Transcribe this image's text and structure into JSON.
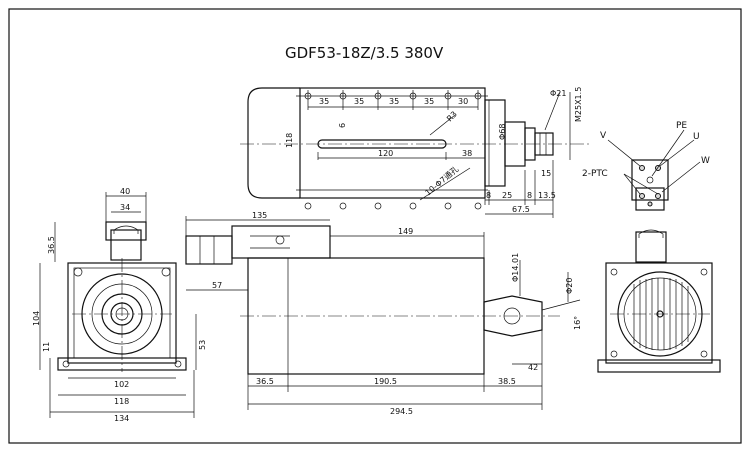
{
  "title": "GDF53-18Z/3.5 380V",
  "top_view": {
    "spacing": [
      "35",
      "35",
      "35",
      "35",
      "30"
    ],
    "left_height": "118",
    "slot_len": "120",
    "slot_to_end": "38",
    "slot_w": "6",
    "hole_r": "R3",
    "holes": "10-Φ7通孔",
    "body_dia": "Φ68",
    "nose_dia": "Φ21",
    "thread": "M25X1.5",
    "nose_len": "15",
    "end_8": "8",
    "end_25": "25",
    "end_8b": "8",
    "end_135": "13.5",
    "total": "67.5"
  },
  "connector": {
    "labels": [
      "V",
      "PE",
      "U",
      "W",
      "2-PTC"
    ]
  },
  "front_view": {
    "top_w": "40",
    "inner_w": "34",
    "plug_h": "36.5",
    "height": "104",
    "base_h": "11",
    "center_h": "53",
    "w102": "102",
    "w118": "118",
    "w134": "134"
  },
  "side_view": {
    "plug_len": "135",
    "body_len_top": "149",
    "plug_offset": "57",
    "shaft_dia": "Φ14.01",
    "collet_dia": "Φ20",
    "angle": "16°",
    "left_seg": "36.5",
    "mid_seg": "190.5",
    "right_seg": "38.5",
    "nose_42": "42",
    "total": "294.5"
  }
}
